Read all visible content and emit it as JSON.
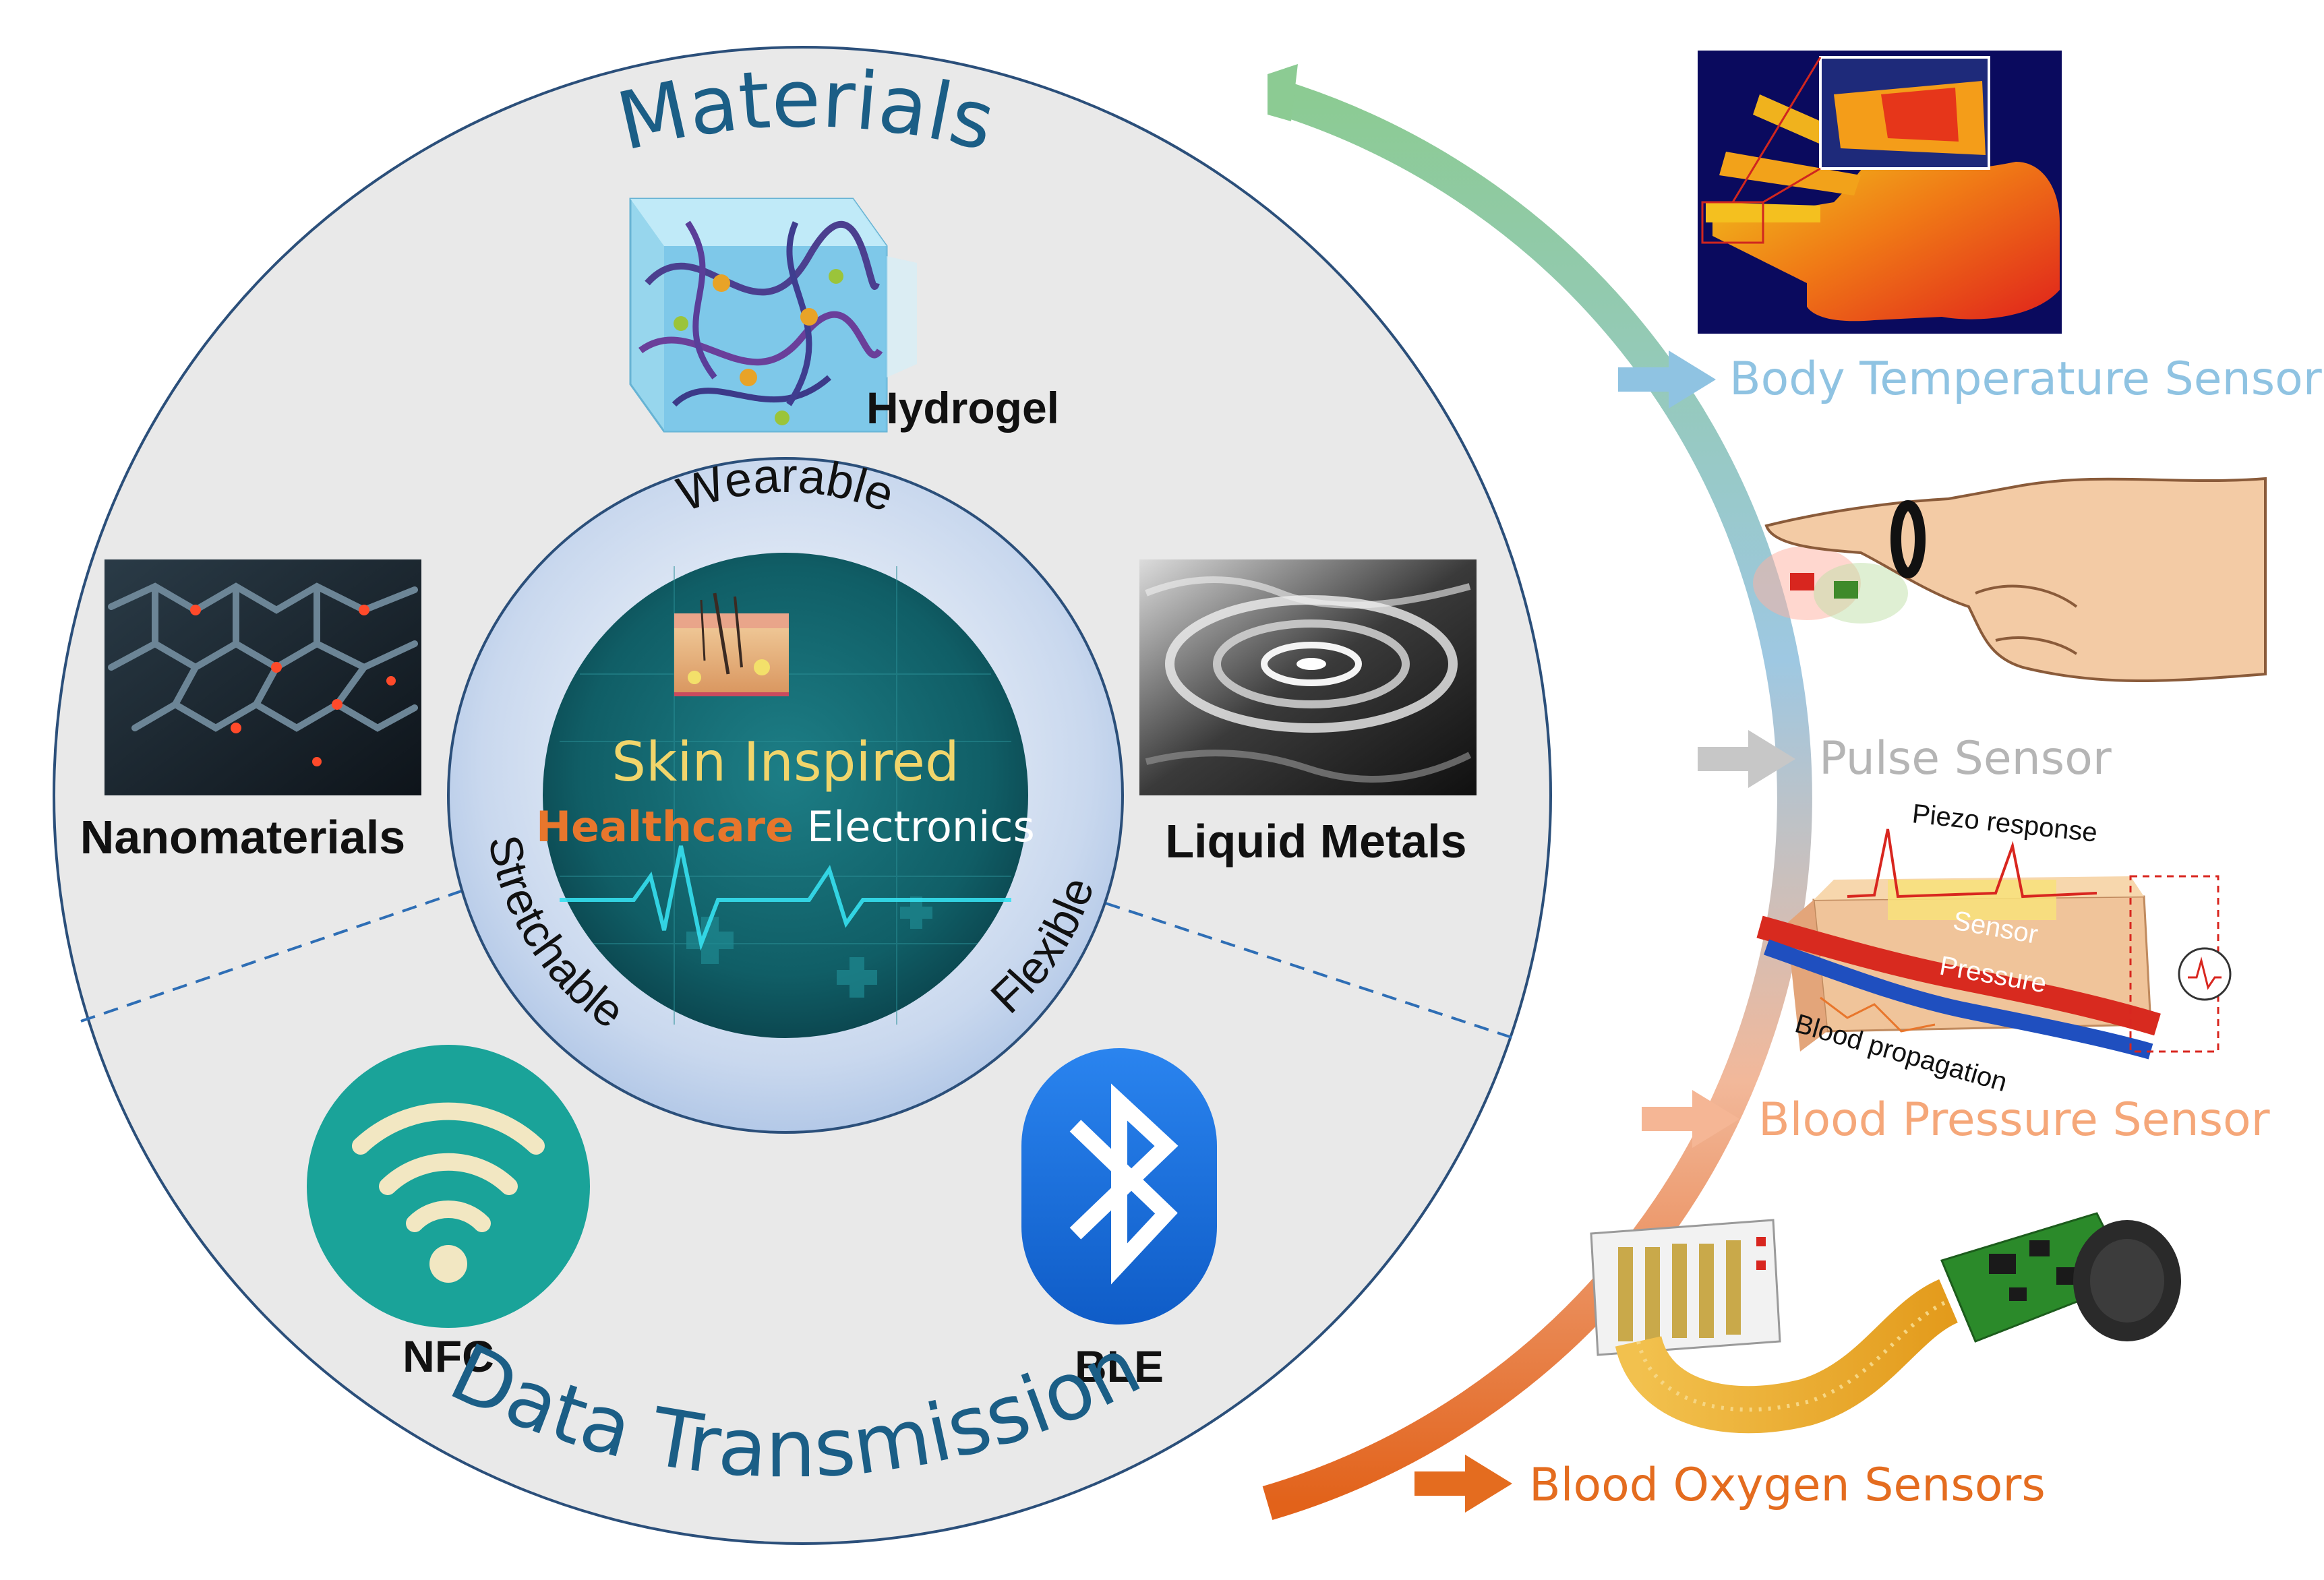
{
  "materials": {
    "title": "Materials",
    "hydrogel": "Hydrogel",
    "nanomaterials": "Nanomaterials",
    "liquid_metals": "Liquid Metals"
  },
  "core": {
    "ring_labels": {
      "wearable": "Wearable",
      "stretchable": "Stretchable",
      "flexible": "Flexible"
    },
    "title_line1": "Skin Inspired",
    "title_word_accent": "Healthcare",
    "title_word_rest": "Electronics"
  },
  "transmission": {
    "title": "Data Transmission",
    "nfc": "NFC",
    "ble": "BLE"
  },
  "sensors": [
    {
      "label": "Body Temperature Sensor",
      "color": "#8fc3e2"
    },
    {
      "label": "Pulse Sensor",
      "color": "#b5b5b5"
    },
    {
      "label": "Blood Pressure Sensor",
      "color": "#f5a779"
    },
    {
      "label": "Blood Oxygen Sensors",
      "color": "#e46c1f"
    }
  ],
  "blood_pressure_figure": {
    "piezo": "Piezo response",
    "sensor": "Sensor",
    "pressure": "Pressure",
    "propagation": "Blood propagation"
  },
  "colors": {
    "title_blue": "#1b5e86",
    "accent_orange": "#e8762c",
    "nfc_teal": "#1aa399",
    "ble_blue": "#1668d8",
    "arc_top": "#8ccb93",
    "arc_mid": "#9ec8e2",
    "arc_bottom": "#e2621a"
  }
}
